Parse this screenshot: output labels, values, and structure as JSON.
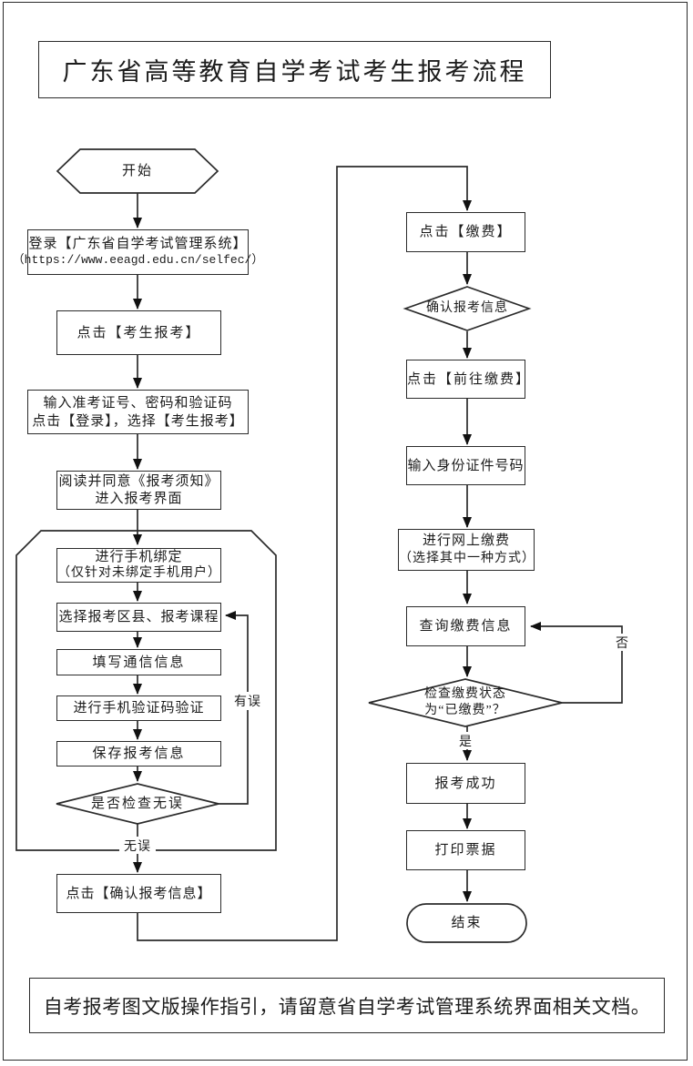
{
  "page": {
    "title": "广东省高等教育自学考试考生报考流程",
    "footer_note": "自考报考图文版操作指引，请留意省自学考试管理系统界面相关文档。"
  },
  "colors": {
    "line": "#2b2b2b",
    "background": "#ffffff"
  },
  "flowchart": {
    "start": "开始",
    "end": "结束",
    "left": {
      "login": {
        "line1": "登录【广东省自学考试管理系统】",
        "line2": "（https://www.eeagd.edu.cn/selfec/）"
      },
      "click_register": "点击【考生报考】",
      "input_credentials": {
        "line1": "输入准考证号、密码和验证码",
        "line2": "点击【登录】，选择【考生报考】"
      },
      "read_notice": {
        "line1": "阅读并同意《报考须知》",
        "line2": "进入报考界面"
      },
      "bind_phone": {
        "line1": "进行手机绑定",
        "line2": "（仅针对未绑定手机用户）"
      },
      "select_courses": "选择报考区县、报考课程",
      "fill_contact": "填写通信信息",
      "verify_sms": "进行手机验证码验证",
      "save_info": "保存报考信息",
      "check_diamond": "是否检查无误",
      "label_error": "有误",
      "label_ok": "无误",
      "confirm_info": "点击【确认报考信息】"
    },
    "right": {
      "click_pay": "点击【缴费】",
      "confirm_diamond": "确认报考信息",
      "goto_pay": "点击【前往缴费】",
      "input_id": "输入身份证件号码",
      "online_pay": {
        "line1": "进行网上缴费",
        "line2": "（选择其中一种方式）"
      },
      "query_pay": "查询缴费信息",
      "check_pay_diamond": {
        "line1": "检查缴费状态",
        "line2": "为“已缴费”？"
      },
      "label_no": "否",
      "label_yes": "是",
      "success": "报考成功",
      "print_receipt": "打印票据"
    }
  }
}
